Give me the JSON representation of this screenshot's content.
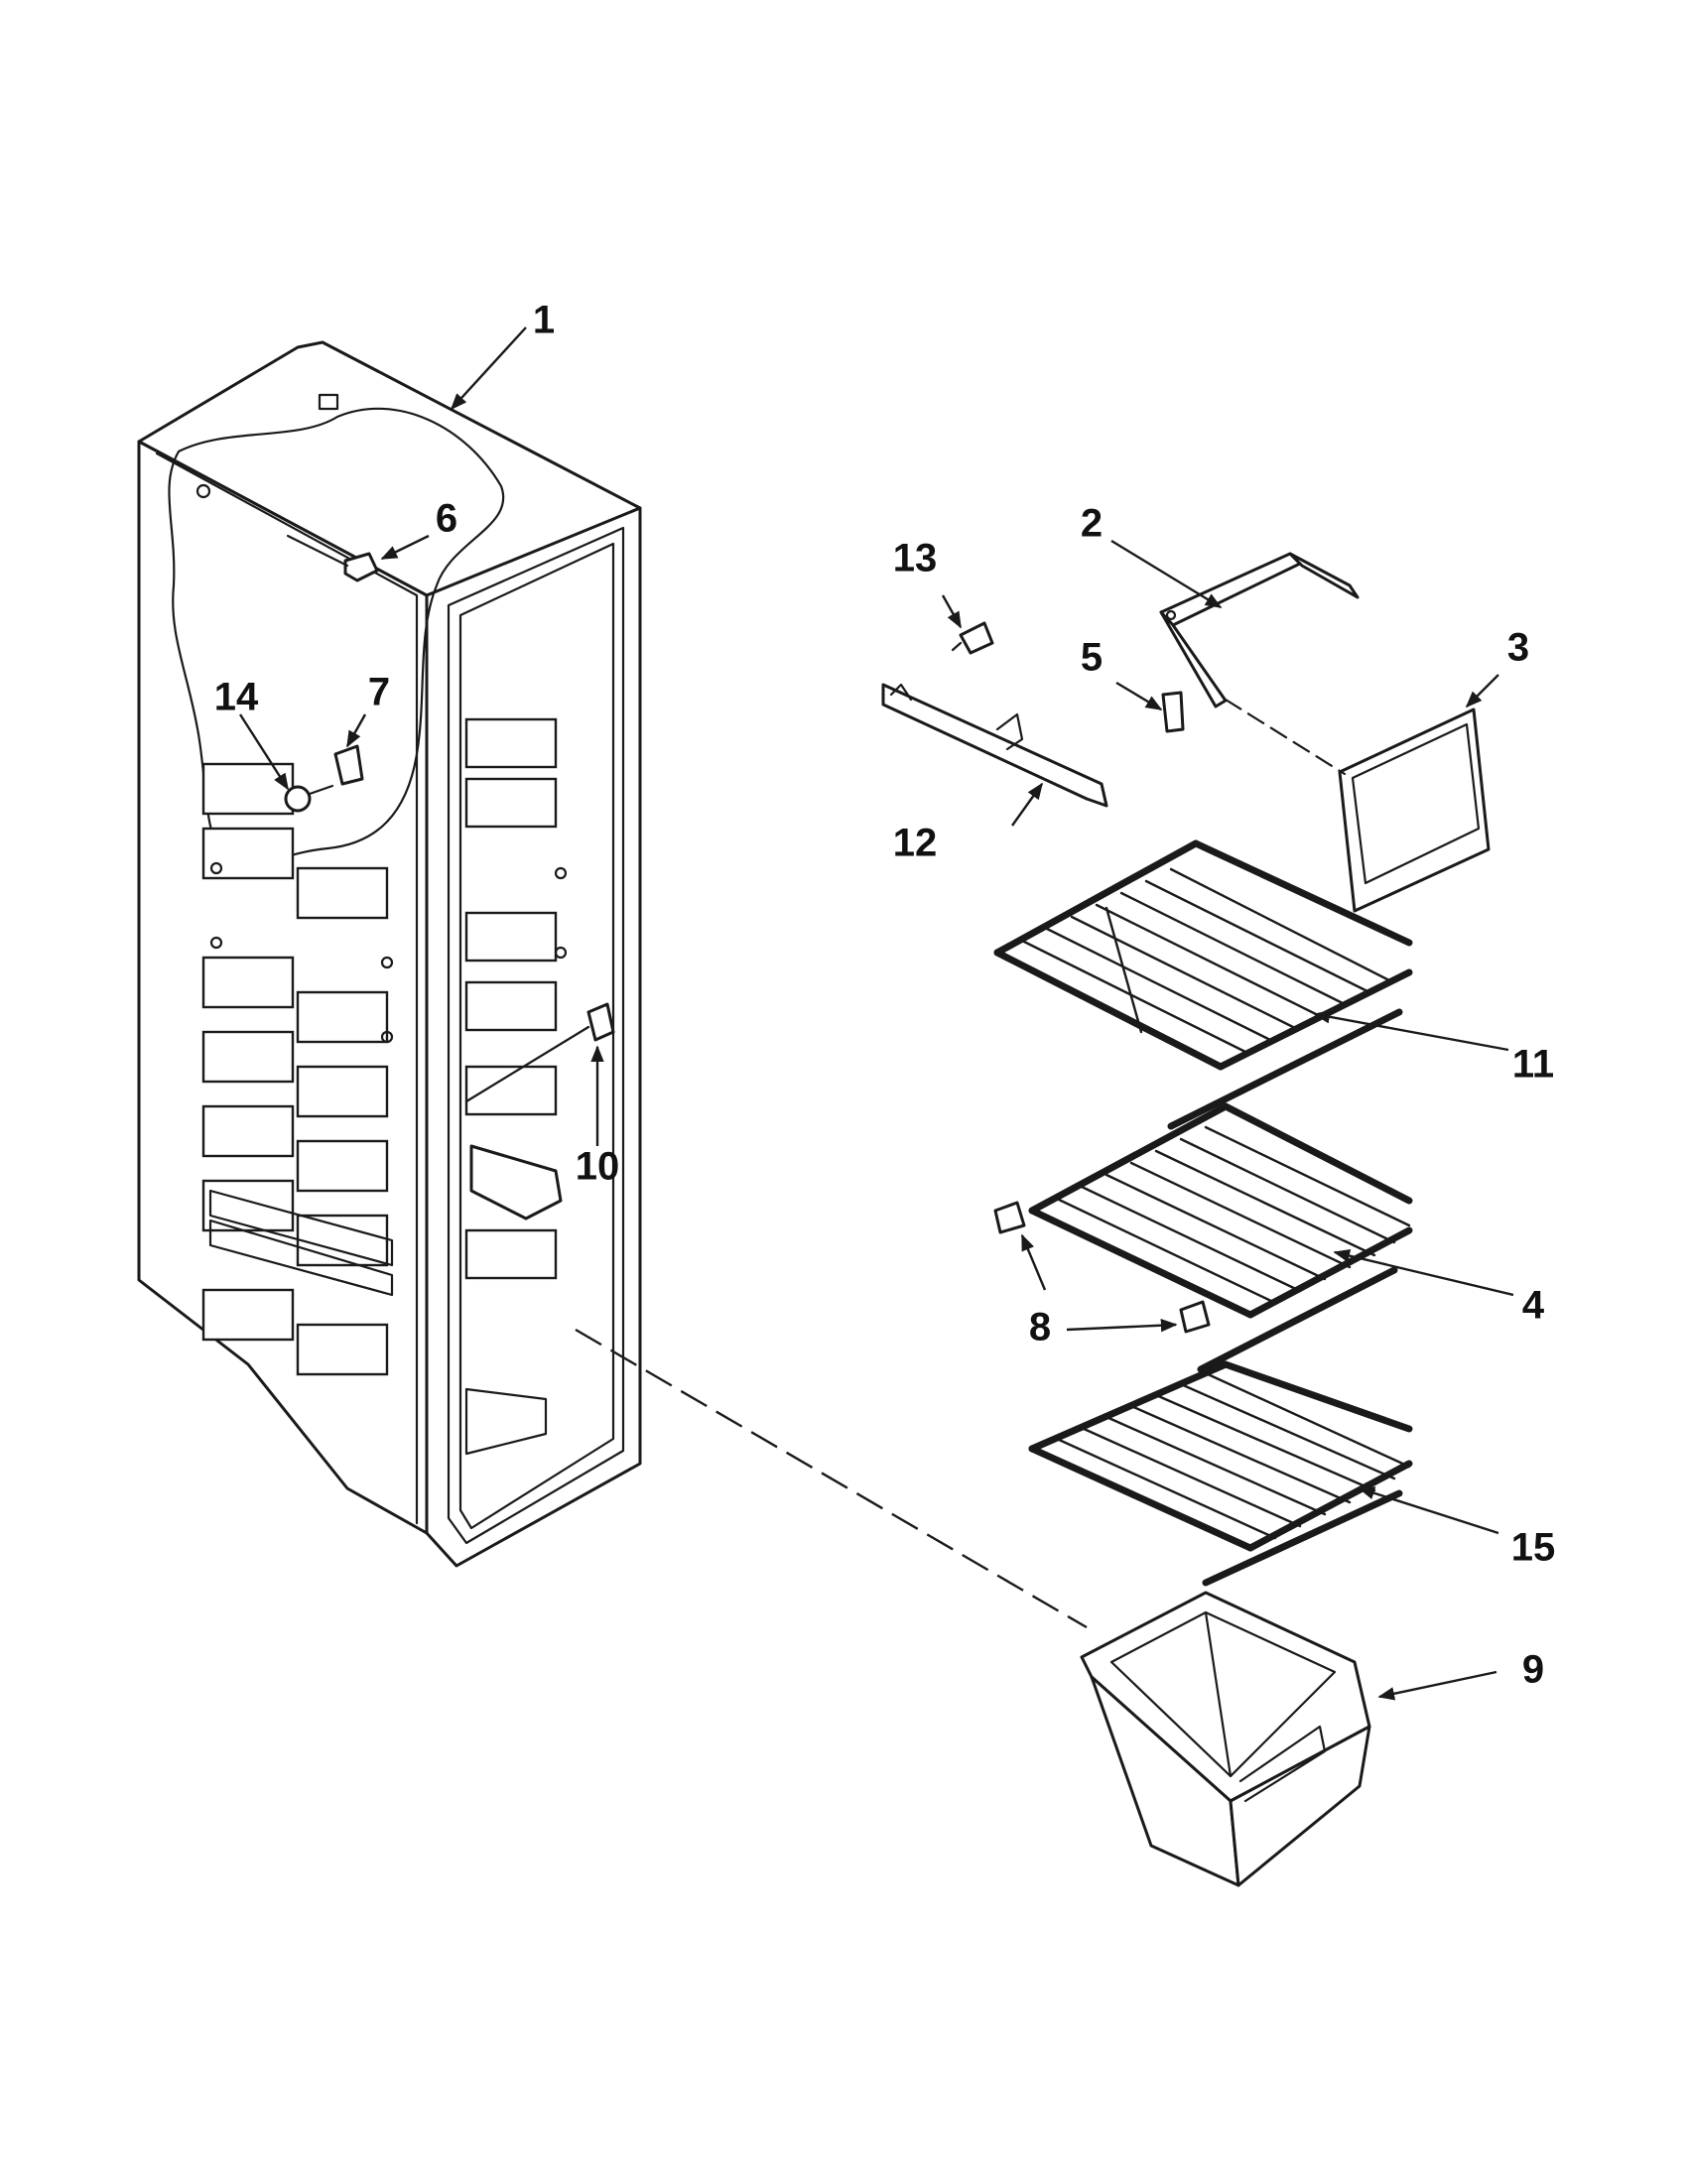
{
  "diagram": {
    "callouts": [
      {
        "id": "1",
        "label": "1"
      },
      {
        "id": "2",
        "label": "2"
      },
      {
        "id": "3",
        "label": "3"
      },
      {
        "id": "4",
        "label": "4"
      },
      {
        "id": "5",
        "label": "5"
      },
      {
        "id": "6",
        "label": "6"
      },
      {
        "id": "7",
        "label": "7"
      },
      {
        "id": "8",
        "label": "8"
      },
      {
        "id": "9",
        "label": "9"
      },
      {
        "id": "10",
        "label": "10"
      },
      {
        "id": "11",
        "label": "11"
      },
      {
        "id": "12",
        "label": "12"
      },
      {
        "id": "13",
        "label": "13"
      },
      {
        "id": "14",
        "label": "14"
      },
      {
        "id": "15",
        "label": "15"
      }
    ],
    "colors": {
      "line": "#1a1a1a",
      "background": "#ffffff"
    }
  }
}
